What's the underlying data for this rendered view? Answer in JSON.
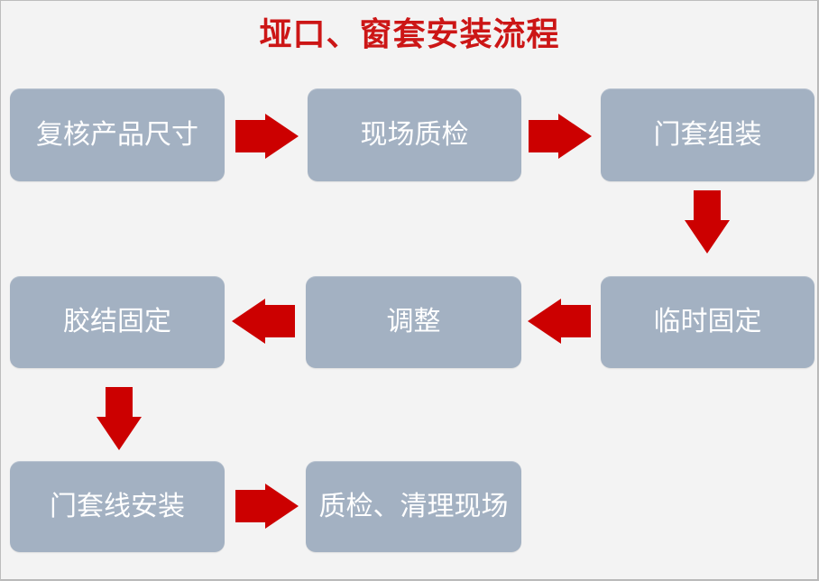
{
  "title": {
    "text": "垭口、窗套安装流程"
  },
  "colors": {
    "title_red": "#cc1616",
    "arrow_red": "#cc0000",
    "node_fill": "#a3b1c2",
    "node_text": "#ffffff",
    "background": "#f3f3f3",
    "page_border": "#bdbdbd"
  },
  "flow": {
    "type": "flowchart",
    "nodes": [
      {
        "id": "step-1",
        "label": "复核产品尺寸"
      },
      {
        "id": "step-2",
        "label": "现场质检"
      },
      {
        "id": "step-3",
        "label": "门套组装"
      },
      {
        "id": "step-4",
        "label": "临时固定"
      },
      {
        "id": "step-5",
        "label": "调整"
      },
      {
        "id": "step-6",
        "label": "胶结固定"
      },
      {
        "id": "step-7",
        "label": "门套线安装"
      },
      {
        "id": "step-8",
        "label": "质检、清理现场"
      }
    ],
    "edges": [
      {
        "from": "复核产品尺寸",
        "to": "现场质检",
        "direction": "right"
      },
      {
        "from": "现场质检",
        "to": "门套组装",
        "direction": "right"
      },
      {
        "from": "门套组装",
        "to": "临时固定",
        "direction": "down"
      },
      {
        "from": "临时固定",
        "to": "调整",
        "direction": "left"
      },
      {
        "from": "调整",
        "to": "胶结固定",
        "direction": "left"
      },
      {
        "from": "胶结固定",
        "to": "门套线安装",
        "direction": "down"
      },
      {
        "from": "门套线安装",
        "to": "质检、清理现场",
        "direction": "right"
      }
    ]
  }
}
